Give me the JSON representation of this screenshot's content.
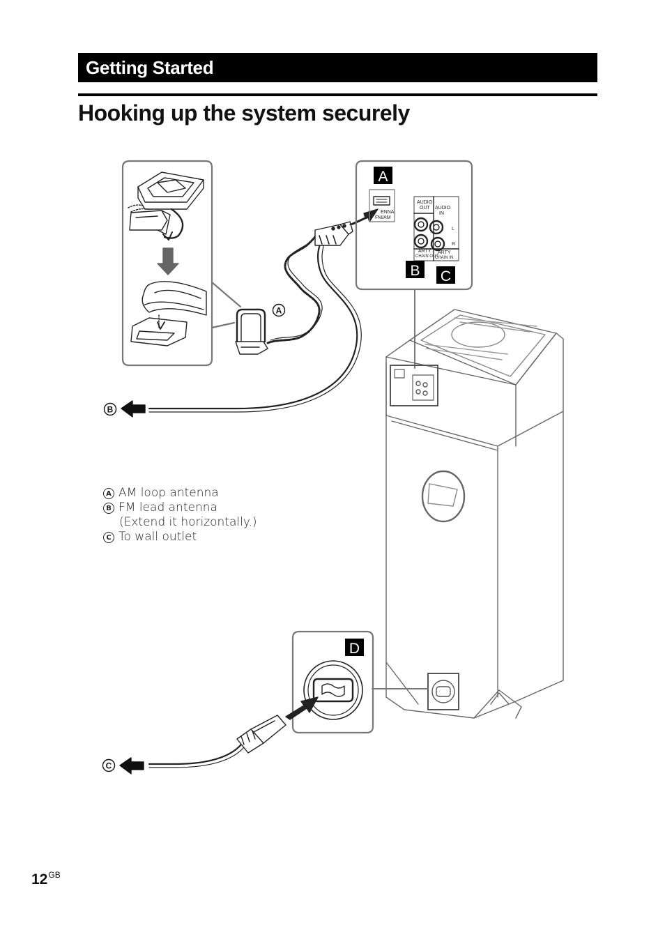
{
  "header": {
    "section": "Getting Started",
    "title": "Hooking up the system securely"
  },
  "callouts": {
    "A": "A",
    "B": "B",
    "C": "C",
    "D": "D"
  },
  "markers": {
    "a": "A",
    "b": "B",
    "c": "C"
  },
  "panel_labels": {
    "antenna_line1": "ENNA",
    "antenna_line2": "FM/AM",
    "audio_out_1": "AUDIO",
    "audio_out_2": "OUT",
    "audio_in_1": "AUDIO",
    "audio_in_2": "IN",
    "left": "L",
    "right": "R",
    "party_out_1": "ARTY",
    "party_out_2": "CHAIN OUT",
    "party_in_1": "ARTY",
    "party_in_2": "CHAIN IN"
  },
  "legend": [
    {
      "marker": "A",
      "text": "AM loop antenna"
    },
    {
      "marker": "B",
      "text": "FM lead antenna"
    },
    {
      "marker": "",
      "text": "(Extend it horizontally.)"
    },
    {
      "marker": "C",
      "text": "To wall outlet"
    }
  ],
  "page": {
    "number": "12",
    "suffix": "GB"
  }
}
